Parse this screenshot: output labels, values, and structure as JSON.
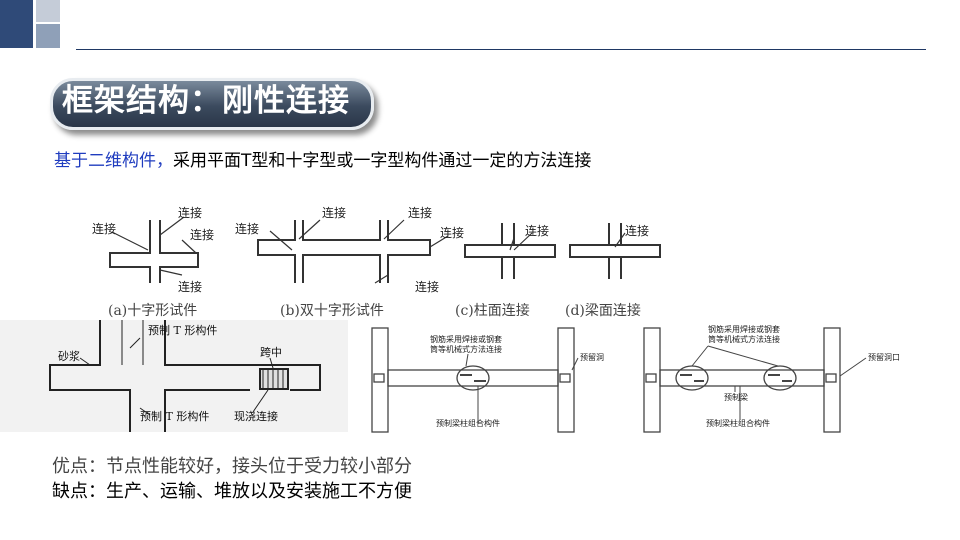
{
  "header": {
    "title": "框架结构：刚性连接"
  },
  "intro": {
    "highlight": "基于二维构件，",
    "rest": "采用平面T型和十字型或一字型构件通过一定的方法连接"
  },
  "top_figures": {
    "label_connect": "连接",
    "captions": [
      "(a)十字形试件",
      "(b)双十字形试件",
      "(c)柱面连接",
      "(d)梁面连接"
    ]
  },
  "bottom_left_figure": {
    "label_mortar": "砂浆",
    "label_tshape_top": "预制 T 形构件",
    "label_tshape_bottom": "预制 T 形构件",
    "label_midspan": "跨中",
    "label_cast": "现浇连接"
  },
  "bottom_mid_figure": {
    "label_rebar_1": "钢筋采用焊接或钢套",
    "label_rebar_2": "筒等机械式方法连接",
    "label_reserve": "预留洞",
    "label_combo": "预制梁柱组合构件"
  },
  "bottom_right_figure": {
    "label_rebar_1": "钢筋采用焊接或钢套",
    "label_rebar_2": "筒等机械式方法连接",
    "label_reserve": "预留洞口",
    "label_beam": "预制梁",
    "label_combo": "预制梁柱组合构件"
  },
  "notes": {
    "advantage": "优点：节点性能较好，接头位于受力较小部分",
    "disadvantage": "缺点：生产、运输、堆放以及安装施工不方便"
  },
  "colors": {
    "navy": "#1f3864",
    "blue_text": "#1f3cbf",
    "corner_light": "#c5ccd8",
    "corner_mid": "#8fa0b8"
  }
}
